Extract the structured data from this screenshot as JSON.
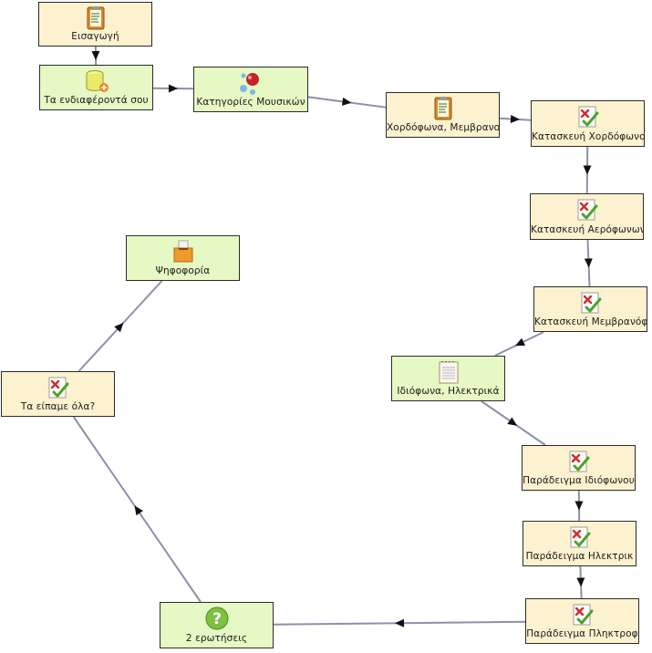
{
  "colors": {
    "resource_fill": "#fdf2cf",
    "activity_fill": "#e6f8c4",
    "border": "#2b2b2b",
    "edge": "#8f8faa",
    "arrow": "#111111"
  },
  "nodes": [
    {
      "id": "n1",
      "label": "Εισαγωγή",
      "icon": "notes-clipboard-icon",
      "kind": "resource"
    },
    {
      "id": "n2",
      "label": "Τα ενδιαφέροντά σου",
      "icon": "database-add-icon",
      "kind": "activity"
    },
    {
      "id": "n3",
      "label": "Κατηγορίες Μουσικών",
      "icon": "molecule-icon",
      "kind": "activity"
    },
    {
      "id": "n4",
      "label": "Χορδόφωνα, Μεμβρανο",
      "icon": "notes-clipboard-icon",
      "kind": "resource"
    },
    {
      "id": "n5",
      "label": "Κατασκευή Χορδόφωνο",
      "icon": "quiz-check-icon",
      "kind": "resource"
    },
    {
      "id": "n6",
      "label": "Κατασκευή Αερόφωνων",
      "icon": "quiz-check-icon",
      "kind": "resource"
    },
    {
      "id": "n7",
      "label": "Κατασκευή Μεμβρανόφ",
      "icon": "quiz-check-icon",
      "kind": "resource"
    },
    {
      "id": "n8",
      "label": "Ιδιόφωνα, Ηλεκτρικά",
      "icon": "notepad-icon",
      "kind": "activity"
    },
    {
      "id": "n9",
      "label": "Παράδειγμα Ιδιόφωνου",
      "icon": "quiz-check-icon",
      "kind": "resource"
    },
    {
      "id": "n10",
      "label": "Παράδειγμα Ηλεκτρικ",
      "icon": "quiz-check-icon",
      "kind": "resource"
    },
    {
      "id": "n11",
      "label": "Παράδειγμα Πληκτροφ",
      "icon": "quiz-check-icon",
      "kind": "resource"
    },
    {
      "id": "n12",
      "label": "2 ερωτήσεις",
      "icon": "question-icon",
      "kind": "activity"
    },
    {
      "id": "n13",
      "label": "Τα είπαμε όλα?",
      "icon": "quiz-check-icon",
      "kind": "resource"
    },
    {
      "id": "n14",
      "label": "Ψηφοφορία",
      "icon": "ballot-box-icon",
      "kind": "activity"
    }
  ],
  "edges": [
    {
      "from": "n1",
      "to": "n2"
    },
    {
      "from": "n2",
      "to": "n3"
    },
    {
      "from": "n3",
      "to": "n4"
    },
    {
      "from": "n4",
      "to": "n5"
    },
    {
      "from": "n5",
      "to": "n6"
    },
    {
      "from": "n6",
      "to": "n7"
    },
    {
      "from": "n7",
      "to": "n8"
    },
    {
      "from": "n8",
      "to": "n9"
    },
    {
      "from": "n9",
      "to": "n10"
    },
    {
      "from": "n10",
      "to": "n11"
    },
    {
      "from": "n11",
      "to": "n12"
    },
    {
      "from": "n12",
      "to": "n13"
    },
    {
      "from": "n13",
      "to": "n14"
    }
  ]
}
